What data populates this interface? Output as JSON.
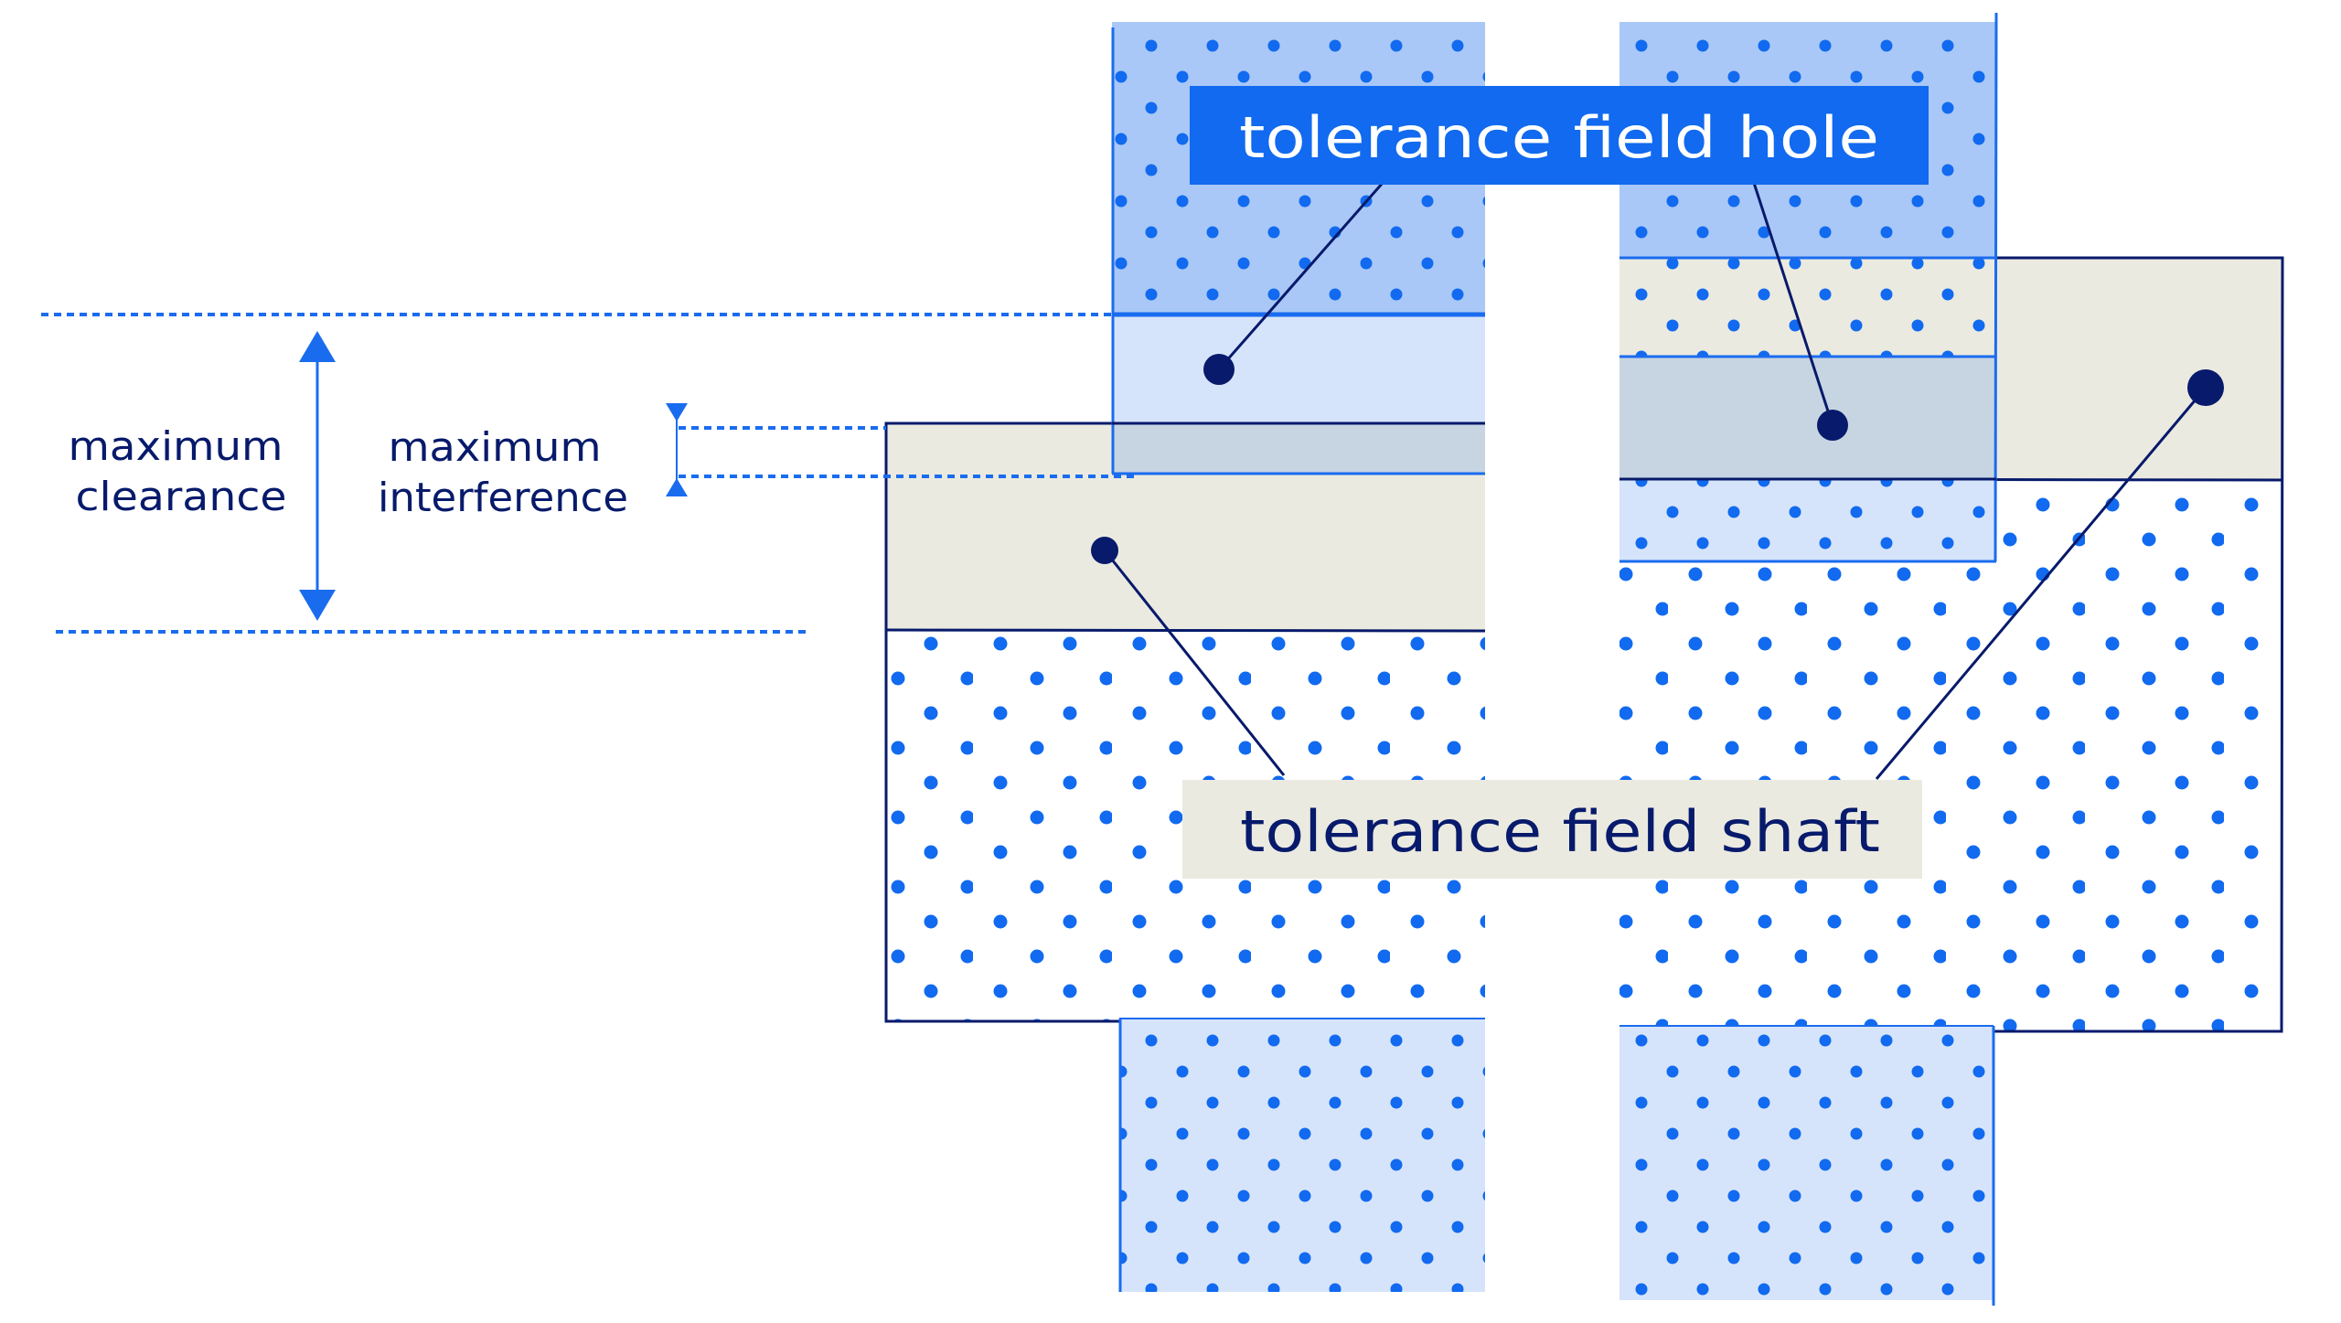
{
  "title": "Tolerance fields of hole and shaft: maximum clearance and maximum interference",
  "colors": {
    "hole_material": "#A9C8F7",
    "hole_tolerance": "#D6E4FB",
    "shaft_tolerance": "#EBEAE0",
    "overlap": "#C7D5E2",
    "dots": "#116AEF",
    "hole_outline": "#1A6CEF",
    "shaft_outline": "#071A6B",
    "leader": "#071A6B",
    "dimension": "#1A6CEF",
    "hole_callout_bg": "#116AEF",
    "hole_callout_text": "#FFFFFF",
    "shaft_callout_bg": "#EBEAE0",
    "shaft_callout_text": "#071A6B"
  },
  "dimensions": {
    "clearance": {
      "line1": "maximum",
      "line2": "clearance",
      "arrow": "double-headed-arrow"
    },
    "interference": {
      "line1": "maximum",
      "line2": "interference",
      "arrow": "inward-pointing-arrows"
    }
  },
  "callouts": {
    "hole": {
      "label": "tolerance field hole"
    },
    "shaft": {
      "label": "tolerance field shaft"
    }
  },
  "fits": [
    {
      "name": "clearance-fit",
      "position": "left"
    },
    {
      "name": "interference-fit",
      "position": "right"
    }
  ]
}
